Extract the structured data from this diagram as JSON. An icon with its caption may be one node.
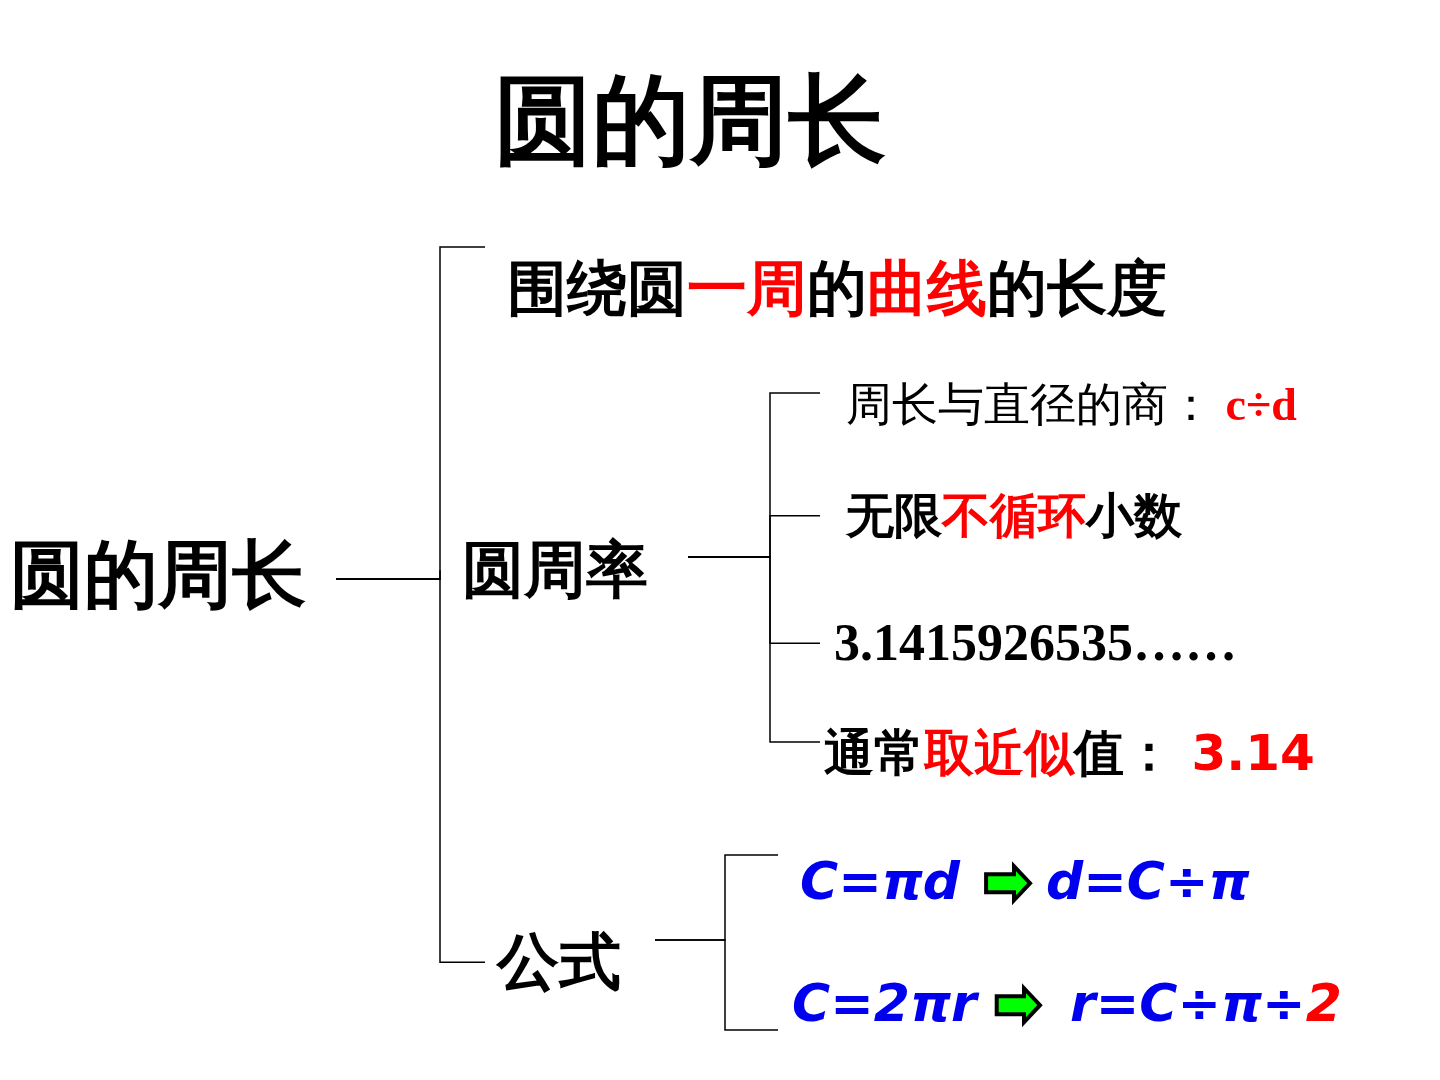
{
  "diagram": {
    "title": "圆的周长",
    "nodes": [
      {
        "text": [
          "圆的周长"
        ]
      },
      {
        "text": [
          "围绕圆**一周**的**曲线**的长度"
        ]
      },
      {
        "text": [
          "圆周率"
        ]
      },
      {
        "text": [
          "公式"
        ]
      },
      {
        "text": [
          "周长与直径的商： **c÷d**"
        ]
      },
      {
        "text": [
          "无限**不循环**小数"
        ]
      },
      {
        "text": [
          "3.1415926535……"
        ]
      },
      {
        "text": [
          "通常**取近似**值： **3.14**"
        ]
      },
      {
        "text": [
          "C=πd"
        ]
      },
      {
        "text": [
          "d=C÷π"
        ]
      },
      {
        "text": [
          "C=2πr"
        ]
      },
      {
        "text": [
          "r=C÷π÷**2**"
        ]
      }
    ],
    "edges": [
      {
        "from": 0,
        "to": 1,
        "arrow": "none"
      },
      {
        "from": 0,
        "to": 2,
        "arrow": "none"
      },
      {
        "from": 0,
        "to": 3,
        "arrow": "none"
      },
      {
        "from": 2,
        "to": 4,
        "arrow": "none"
      },
      {
        "from": 2,
        "to": 5,
        "arrow": "none"
      },
      {
        "from": 2,
        "to": 6,
        "arrow": "none"
      },
      {
        "from": 2,
        "to": 7,
        "arrow": "none"
      },
      {
        "from": 3,
        "to": 8,
        "arrow": "none"
      },
      {
        "from": 3,
        "to": 10,
        "arrow": "none"
      },
      {
        "from": 8,
        "to": 9,
        "arrow": "to",
        "style": "thick",
        "color": "#00ff00"
      },
      {
        "from": 10,
        "to": 11,
        "arrow": "to",
        "style": "thick",
        "color": "#00ff00"
      }
    ]
  }
}
